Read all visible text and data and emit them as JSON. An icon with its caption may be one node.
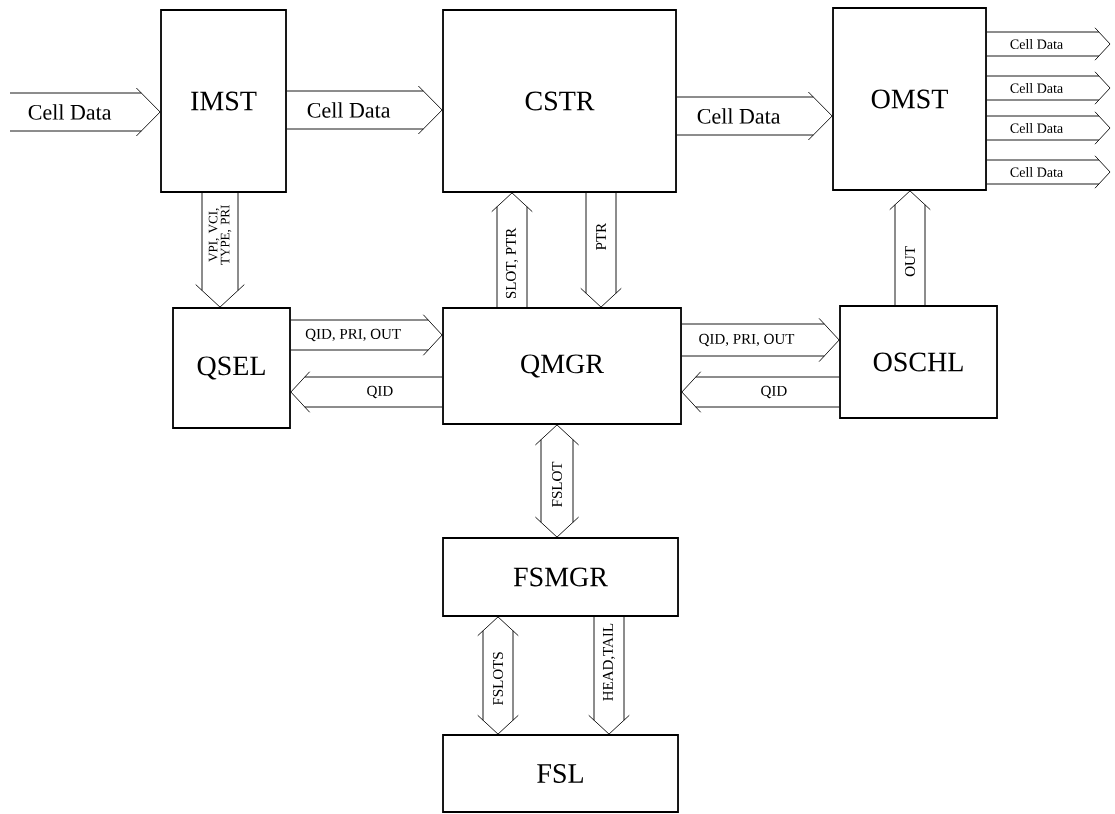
{
  "diagram": {
    "nodes": [
      {
        "text": [
          "IMST"
        ]
      },
      {
        "text": [
          "CSTR"
        ]
      },
      {
        "text": [
          "OMST"
        ]
      },
      {
        "text": [
          "QSEL"
        ]
      },
      {
        "text": [
          "QMGR"
        ]
      },
      {
        "text": [
          "OSCHL"
        ]
      },
      {
        "text": [
          "FSMGR"
        ]
      },
      {
        "text": [
          "FSL"
        ]
      }
    ],
    "edges": [
      {
        "from": null,
        "to": 0,
        "arrow": "to",
        "label": "Cell Data"
      },
      {
        "from": 0,
        "to": 1,
        "arrow": "to",
        "label": "Cell Data"
      },
      {
        "from": 1,
        "to": 2,
        "arrow": "to",
        "label": "Cell Data"
      },
      {
        "from": 2,
        "to": null,
        "arrow": "to",
        "label": "Cell Data"
      },
      {
        "from": 2,
        "to": null,
        "arrow": "to",
        "label": "Cell Data"
      },
      {
        "from": 2,
        "to": null,
        "arrow": "to",
        "label": "Cell Data"
      },
      {
        "from": 2,
        "to": null,
        "arrow": "to",
        "label": "Cell Data"
      },
      {
        "from": 0,
        "to": 3,
        "arrow": "to",
        "label": "VPI, VCI, TYPE, PRI"
      },
      {
        "from": 4,
        "to": 1,
        "arrow": "to",
        "label": "SLOT, PTR"
      },
      {
        "from": 1,
        "to": 4,
        "arrow": "to",
        "label": "PTR"
      },
      {
        "from": 3,
        "to": 4,
        "arrow": "to",
        "label": "QID, PRI, OUT"
      },
      {
        "from": 4,
        "to": 3,
        "arrow": "to",
        "label": "QID"
      },
      {
        "from": 4,
        "to": 5,
        "arrow": "to",
        "label": "QID, PRI, OUT"
      },
      {
        "from": 5,
        "to": 4,
        "arrow": "to",
        "label": "QID"
      },
      {
        "from": 5,
        "to": 2,
        "arrow": "to",
        "label": "OUT"
      },
      {
        "from": 4,
        "to": 6,
        "arrow": "both",
        "label": "FSLOT"
      },
      {
        "from": 6,
        "to": 7,
        "arrow": "both",
        "label": "FSLOTS"
      },
      {
        "from": 6,
        "to": 7,
        "arrow": "to",
        "label": "HEAD,TAIL"
      }
    ]
  }
}
